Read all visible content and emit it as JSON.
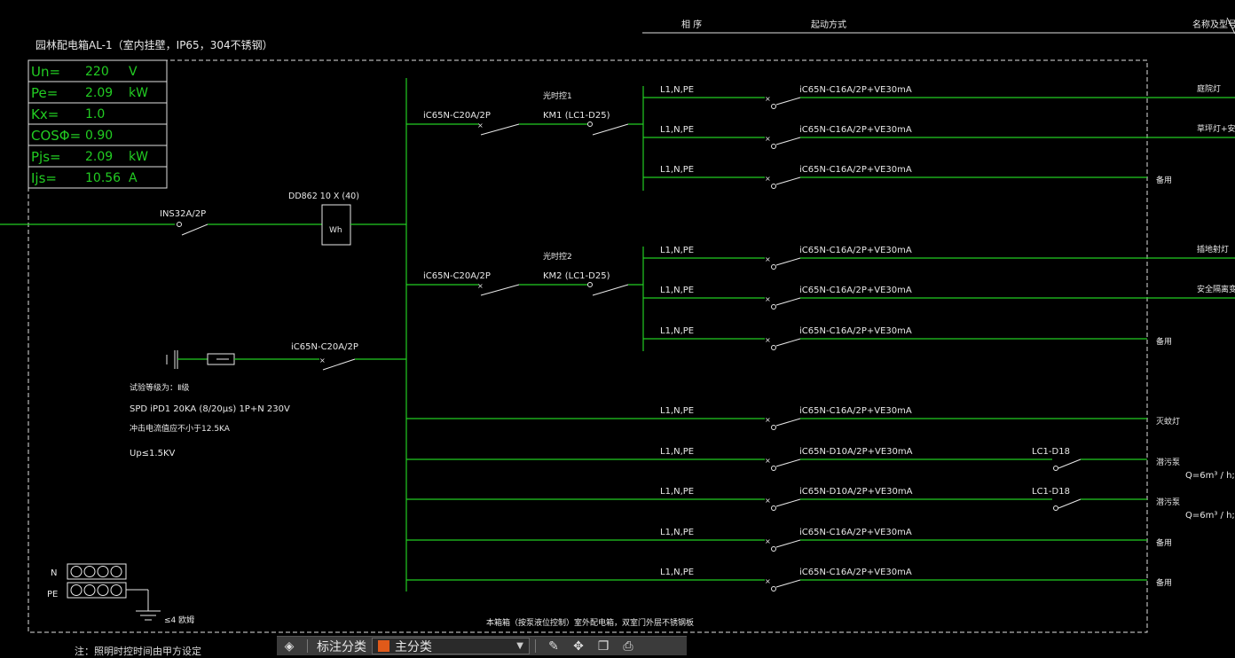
{
  "colors": {
    "wire": "#22cc22",
    "text": "#e8e8e8",
    "frame": "#e0e0e0",
    "accent": "#e05a1a"
  },
  "header": {
    "phase": "相 序",
    "start_mode": "起动方式",
    "name_model": "名称及型号"
  },
  "panel_title": "园林配电箱AL-1（室内挂壁，IP65，304不锈钢）",
  "params": [
    {
      "label": "Un=",
      "value": "220",
      "unit": "V"
    },
    {
      "label": "Pe=",
      "value": "2.09",
      "unit": "kW"
    },
    {
      "label": "Kx=",
      "value": "1.0",
      "unit": ""
    },
    {
      "label": "COSΦ=",
      "value": "0.90",
      "unit": ""
    },
    {
      "label": "Pjs=",
      "value": "2.09",
      "unit": "kW"
    },
    {
      "label": "Ijs=",
      "value": "10.56",
      "unit": "A"
    }
  ],
  "main_breaker": "INS32A/2P",
  "meter": {
    "label": "DD862 10 X (40)",
    "symbol": "Wh"
  },
  "groups": [
    {
      "breaker": "iC65N-C20A/2P",
      "contactor_name": "光时控1",
      "contactor": "KM1 (LC1-D25)"
    },
    {
      "breaker": "iC65N-C20A/2P",
      "contactor_name": "光时控2",
      "contactor": "KM2 (LC1-D25)"
    }
  ],
  "spd": {
    "breaker": "iC65N-C20A/2P",
    "level": "试验等级为：Ⅱ级",
    "model": "SPD iPD1 20KA (8/20μs) 1P+N 230V",
    "current": "冲击电流值应不小于12.5KA",
    "up": "Up≤1.5KV"
  },
  "circuits": [
    {
      "phase": "L1,N,PE",
      "breaker": "iC65N-C16A/2P+VE30mA",
      "load": "庭院灯",
      "contactor": "",
      "flow": ""
    },
    {
      "phase": "L1,N,PE",
      "breaker": "iC65N-C16A/2P+VE30mA",
      "load": "草坪灯+安",
      "contactor": "",
      "flow": ""
    },
    {
      "phase": "L1,N,PE",
      "breaker": "iC65N-C16A/2P+VE30mA",
      "load": "备用",
      "contactor": "",
      "flow": ""
    },
    {
      "phase": "L1,N,PE",
      "breaker": "iC65N-C16A/2P+VE30mA",
      "load": "插地射灯",
      "contactor": "",
      "flow": ""
    },
    {
      "phase": "L1,N,PE",
      "breaker": "iC65N-C16A/2P+VE30mA",
      "load": "安全隔离变压",
      "contactor": "",
      "flow": ""
    },
    {
      "phase": "L1,N,PE",
      "breaker": "iC65N-C16A/2P+VE30mA",
      "load": "备用",
      "contactor": "",
      "flow": ""
    },
    {
      "phase": "L1,N,PE",
      "breaker": "iC65N-C16A/2P+VE30mA",
      "load": "灭蚊灯",
      "contactor": "",
      "flow": ""
    },
    {
      "phase": "L1,N,PE",
      "breaker": "iC65N-D10A/2P+VE30mA",
      "load": "潜污泵",
      "contactor": "LC1-D18",
      "flow": "Q=6m³ / h;"
    },
    {
      "phase": "L1,N,PE",
      "breaker": "iC65N-D10A/2P+VE30mA",
      "load": "潜污泵",
      "contactor": "LC1-D18",
      "flow": "Q=6m³ / h;"
    },
    {
      "phase": "L1,N,PE",
      "breaker": "iC65N-C16A/2P+VE30mA",
      "load": "备用",
      "contactor": "",
      "flow": ""
    },
    {
      "phase": "L1,N,PE",
      "breaker": "iC65N-C16A/2P+VE30mA",
      "load": "备用",
      "contactor": "",
      "flow": ""
    }
  ],
  "terminals": {
    "n": "N",
    "pe": "PE",
    "ground": "≤4 欧姆"
  },
  "bottom_note": "本箱箱（按泵液位控制）室外配电箱，双室门外层不锈钢板",
  "footnote": "注：照明时控时间由甲方设定",
  "toolbar": {
    "label": "标注分类",
    "selected": "主分类"
  }
}
